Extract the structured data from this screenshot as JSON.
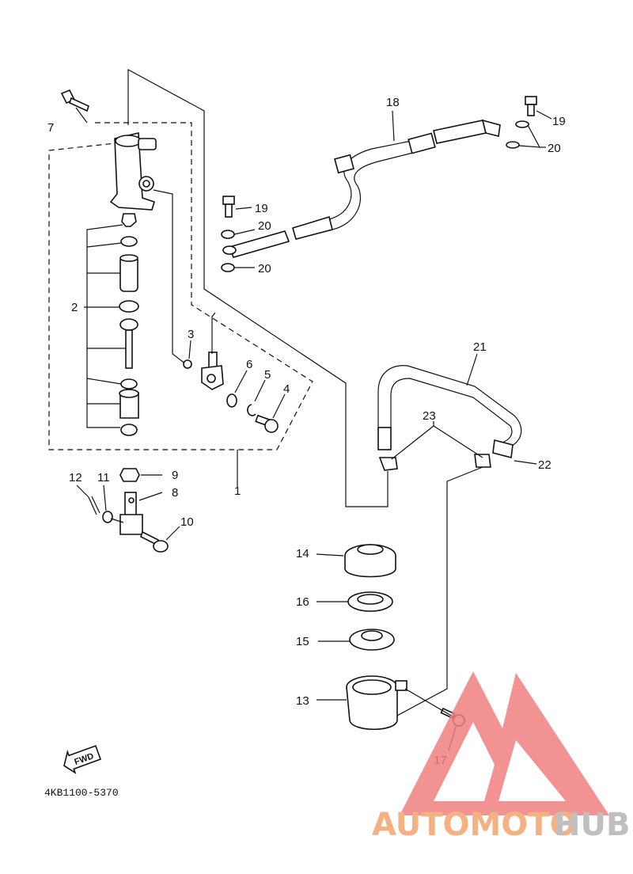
{
  "diagram_code": "4KB1100-5370",
  "fwd_badge": "FWD",
  "watermark": {
    "text_left": "AUTOMOTO",
    "text_right": "HUB",
    "color_left": "#f4b183",
    "color_right": "#bfbfbf",
    "logo_color": "#f08080"
  },
  "callouts": {
    "p1": "1",
    "p2": "2",
    "p3": "3",
    "p4": "4",
    "p5": "5",
    "p6": "6",
    "p7": "7",
    "p8": "8",
    "p9": "9",
    "p10": "10",
    "p11": "11",
    "p12": "12",
    "p13": "13",
    "p14": "14",
    "p15": "15",
    "p16": "16",
    "p17": "17",
    "p18": "18",
    "p19a": "19",
    "p19b": "19",
    "p20a": "20",
    "p20b": "20",
    "p20c": "20",
    "p21": "21",
    "p22": "22",
    "p23": "23"
  }
}
